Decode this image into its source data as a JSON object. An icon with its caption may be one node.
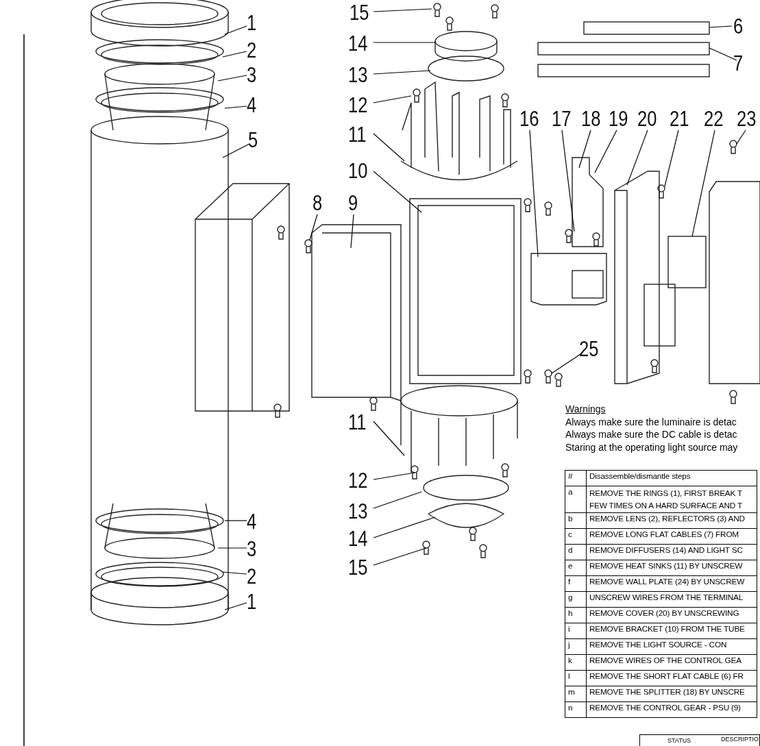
{
  "diagram": {
    "nodes": [
      {
        "text": [
          "15"
        ]
      },
      {
        "text": [
          "6"
        ]
      },
      {
        "text": [
          "1"
        ]
      },
      {
        "text": [
          "14"
        ]
      },
      {
        "text": [
          "2"
        ]
      },
      {
        "text": [
          "7"
        ]
      },
      {
        "text": [
          "13"
        ]
      },
      {
        "text": [
          "3"
        ]
      },
      {
        "text": [
          "12"
        ]
      },
      {
        "text": [
          "4"
        ]
      },
      {
        "text": [
          "16"
        ]
      },
      {
        "text": [
          "17"
        ]
      },
      {
        "text": [
          "18"
        ]
      },
      {
        "text": [
          "19"
        ]
      },
      {
        "text": [
          "20"
        ]
      },
      {
        "text": [
          "21"
        ]
      },
      {
        "text": [
          "22"
        ]
      },
      {
        "text": [
          "23"
        ]
      },
      {
        "text": [
          "11"
        ]
      },
      {
        "text": [
          "5"
        ]
      },
      {
        "text": [
          "10"
        ]
      },
      {
        "text": [
          "8"
        ]
      },
      {
        "text": [
          "9"
        ]
      },
      {
        "text": [
          "25"
        ]
      },
      {
        "text": [
          "11"
        ]
      },
      {
        "text": [
          "12"
        ]
      },
      {
        "text": [
          "13"
        ]
      },
      {
        "text": [
          "14"
        ]
      },
      {
        "text": [
          "15"
        ]
      },
      {
        "text": [
          "4"
        ]
      },
      {
        "text": [
          "3"
        ]
      },
      {
        "text": [
          "2"
        ]
      },
      {
        "text": [
          "1"
        ]
      }
    ],
    "edges": [
      {
        "from": 0,
        "to": null,
        "arrow": "none"
      },
      {
        "from": 1,
        "to": null,
        "arrow": "none"
      },
      {
        "from": 2,
        "to": null,
        "arrow": "none"
      },
      {
        "from": 3,
        "to": null,
        "arrow": "none"
      },
      {
        "from": 4,
        "to": null,
        "arrow": "none"
      },
      {
        "from": 5,
        "to": null,
        "arrow": "none"
      },
      {
        "from": 6,
        "to": null,
        "arrow": "none"
      },
      {
        "from": 7,
        "to": null,
        "arrow": "none"
      },
      {
        "from": 8,
        "to": null,
        "arrow": "none"
      },
      {
        "from": 9,
        "to": null,
        "arrow": "none"
      },
      {
        "from": 10,
        "to": null,
        "arrow": "none"
      },
      {
        "from": 11,
        "to": null,
        "arrow": "none"
      },
      {
        "from": 12,
        "to": null,
        "arrow": "none"
      },
      {
        "from": 13,
        "to": null,
        "arrow": "none"
      },
      {
        "from": 14,
        "to": null,
        "arrow": "none"
      },
      {
        "from": 15,
        "to": null,
        "arrow": "none"
      },
      {
        "from": 16,
        "to": null,
        "arrow": "none"
      },
      {
        "from": 17,
        "to": null,
        "arrow": "none"
      },
      {
        "from": 18,
        "to": null,
        "arrow": "none"
      },
      {
        "from": 19,
        "to": null,
        "arrow": "none"
      },
      {
        "from": 20,
        "to": null,
        "arrow": "none"
      },
      {
        "from": 21,
        "to": null,
        "arrow": "none"
      },
      {
        "from": 22,
        "to": null,
        "arrow": "none"
      },
      {
        "from": 23,
        "to": null,
        "arrow": "none"
      },
      {
        "from": 24,
        "to": null,
        "arrow": "none"
      },
      {
        "from": 25,
        "to": null,
        "arrow": "none"
      },
      {
        "from": 26,
        "to": null,
        "arrow": "none"
      },
      {
        "from": 27,
        "to": null,
        "arrow": "none"
      },
      {
        "from": 28,
        "to": null,
        "arrow": "none"
      },
      {
        "from": 29,
        "to": null,
        "arrow": "none"
      },
      {
        "from": 30,
        "to": null,
        "arrow": "none"
      },
      {
        "from": 31,
        "to": null,
        "arrow": "none"
      },
      {
        "from": 32,
        "to": null,
        "arrow": "none"
      }
    ],
    "labels": [
      "Warnings",
      "Always make sure the luminaire is detac",
      "Always make sure the DC cable is detac",
      "Staring at the operating light source may",
      "#",
      "Disassemble/dismantle steps",
      "a",
      "REMOVE THE RINGS (1), FIRST BREAK T FEW TIMES ON A HARD SURFACE AND T",
      "b",
      "REMOVE LENS (2), REFLECTORS (3) AND",
      "c",
      "REMOVE LONG FLAT CABLES (7) FROM",
      "d",
      "REMOVE DIFFUSERS (14) AND LIGHT SC",
      "e",
      "REMOVE HEAT SINKS (11) BY UNSCREW",
      "f",
      "REMOVE WALL PLATE (24) BY UNSCREW",
      "g",
      "UNSCREW WIRES FROM THE TERMINAL",
      "h",
      "REMOVE COVER (20) BY UNSCREWING",
      "i",
      "REMOVE BRACKET (10) FROM THE TUBE",
      "j",
      "REMOVE THE LIGHT SOURCE - CON",
      "k",
      "REMOVE WIRES OF THE CONTROL GEA",
      "l",
      "REMOVE THE SHORT FLAT CABLE (6) FR",
      "m",
      "REMOVE THE SPLITTER (18) BY UNSCRE",
      "n",
      "REMOVE THE CONTROL GEAR - PSU (9)",
      "STATUS",
      "DESCRIPTIO"
    ]
  }
}
